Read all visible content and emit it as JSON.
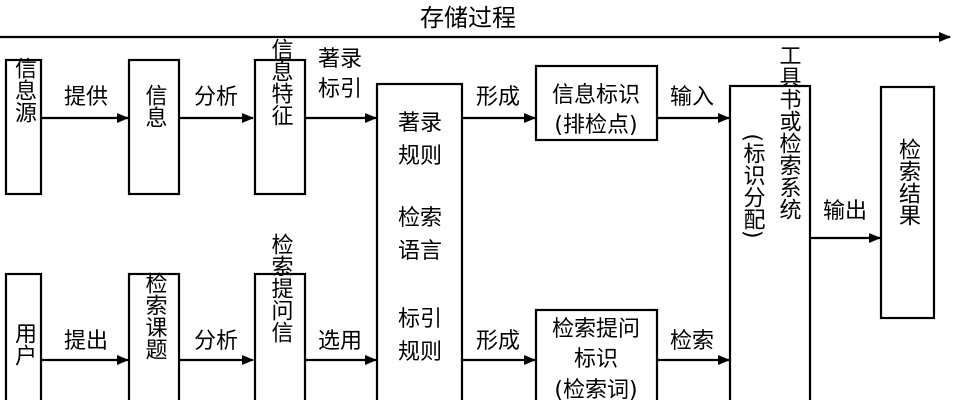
{
  "header": {
    "title": "存储过程"
  },
  "top_row": {
    "source": "信息源",
    "provide": "提供",
    "info": "信息",
    "analyze": "分析",
    "features": "信息特征",
    "catalog_top": "著录",
    "catalog_bottom": "标引",
    "form": "形成",
    "id_line1": "信息标识",
    "id_line2": "(排检点)",
    "input": "输入"
  },
  "bottom_row": {
    "user": "用户",
    "raise": "提出",
    "topic": "检索课题",
    "analyze": "分析",
    "question": "检索提问信",
    "select": "选用",
    "form": "形成",
    "id_line1": "检索提问",
    "id_line2": "标识",
    "id_line3": "(检索词)",
    "search": "检索"
  },
  "rules_box": {
    "l1": "著录",
    "l2": "规则",
    "l3": "检索",
    "l4": "语言",
    "l5": "标引",
    "l6": "规则"
  },
  "tool_box": {
    "col1": "工具书或检索系统",
    "col2": "(标识分配)"
  },
  "output": "输出",
  "result": "检索结果"
}
